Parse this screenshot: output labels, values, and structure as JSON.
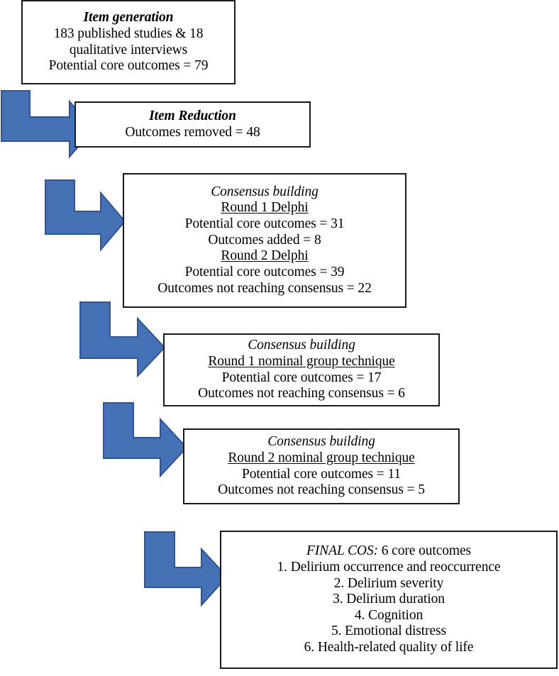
{
  "figure": {
    "type": "flowchart",
    "orientation": "vertical-cascade",
    "accent_color": "#4472B4",
    "accent_stroke_color": "#2F5496",
    "box_border_color": "#1a1a1a",
    "background_color": "#ffffff"
  },
  "stages": [
    {
      "id": "item-generation",
      "title": "Item generation",
      "lines": [
        "183 published studies & 18",
        "qualitative interviews",
        "Potential core outcomes = 79"
      ]
    },
    {
      "id": "item-reduction",
      "title": "Item Reduction",
      "lines": [
        "Outcomes removed = 48"
      ]
    },
    {
      "id": "consensus-delphi",
      "title": "Consensus building",
      "subhead_1": "Round 1 Delphi",
      "lines_1": [
        "Potential core outcomes = 31",
        "Outcomes added = 8"
      ],
      "subhead_2": "Round 2 Delphi",
      "lines_2": [
        "Potential core outcomes = 39",
        "Outcomes not reaching consensus = 22"
      ]
    },
    {
      "id": "consensus-ngt-1",
      "title": "Consensus building",
      "subhead": "Round 1 nominal group technique",
      "lines": [
        "Potential core outcomes = 17",
        "Outcomes not reaching consensus = 6"
      ]
    },
    {
      "id": "consensus-ngt-2",
      "title": "Consensus building",
      "subhead": "Round 2 nominal group technique",
      "lines": [
        "Potential core outcomes = 11",
        "Outcomes not reaching consensus = 5"
      ]
    },
    {
      "id": "final-cos",
      "title_italic": "FINAL COS:",
      "title_rest": " 6 core outcomes",
      "outcomes": [
        "1. Delirium occurrence and reoccurrence",
        "2. Delirium severity",
        "3. Delirium duration",
        "4. Cognition",
        "5. Emotional distress",
        "6. Health-related quality of life"
      ]
    }
  ],
  "connectors": [
    {
      "id": "arrow-1",
      "from": "item-generation",
      "to": "item-reduction",
      "shape": "elbow-down-right"
    },
    {
      "id": "arrow-2",
      "from": "item-reduction",
      "to": "consensus-delphi",
      "shape": "elbow-down-right"
    },
    {
      "id": "arrow-3",
      "from": "consensus-delphi",
      "to": "consensus-ngt-1",
      "shape": "elbow-down-right"
    },
    {
      "id": "arrow-4",
      "from": "consensus-ngt-1",
      "to": "consensus-ngt-2",
      "shape": "elbow-down-right"
    },
    {
      "id": "arrow-5",
      "from": "consensus-ngt-2",
      "to": "final-cos",
      "shape": "elbow-down-right"
    }
  ]
}
